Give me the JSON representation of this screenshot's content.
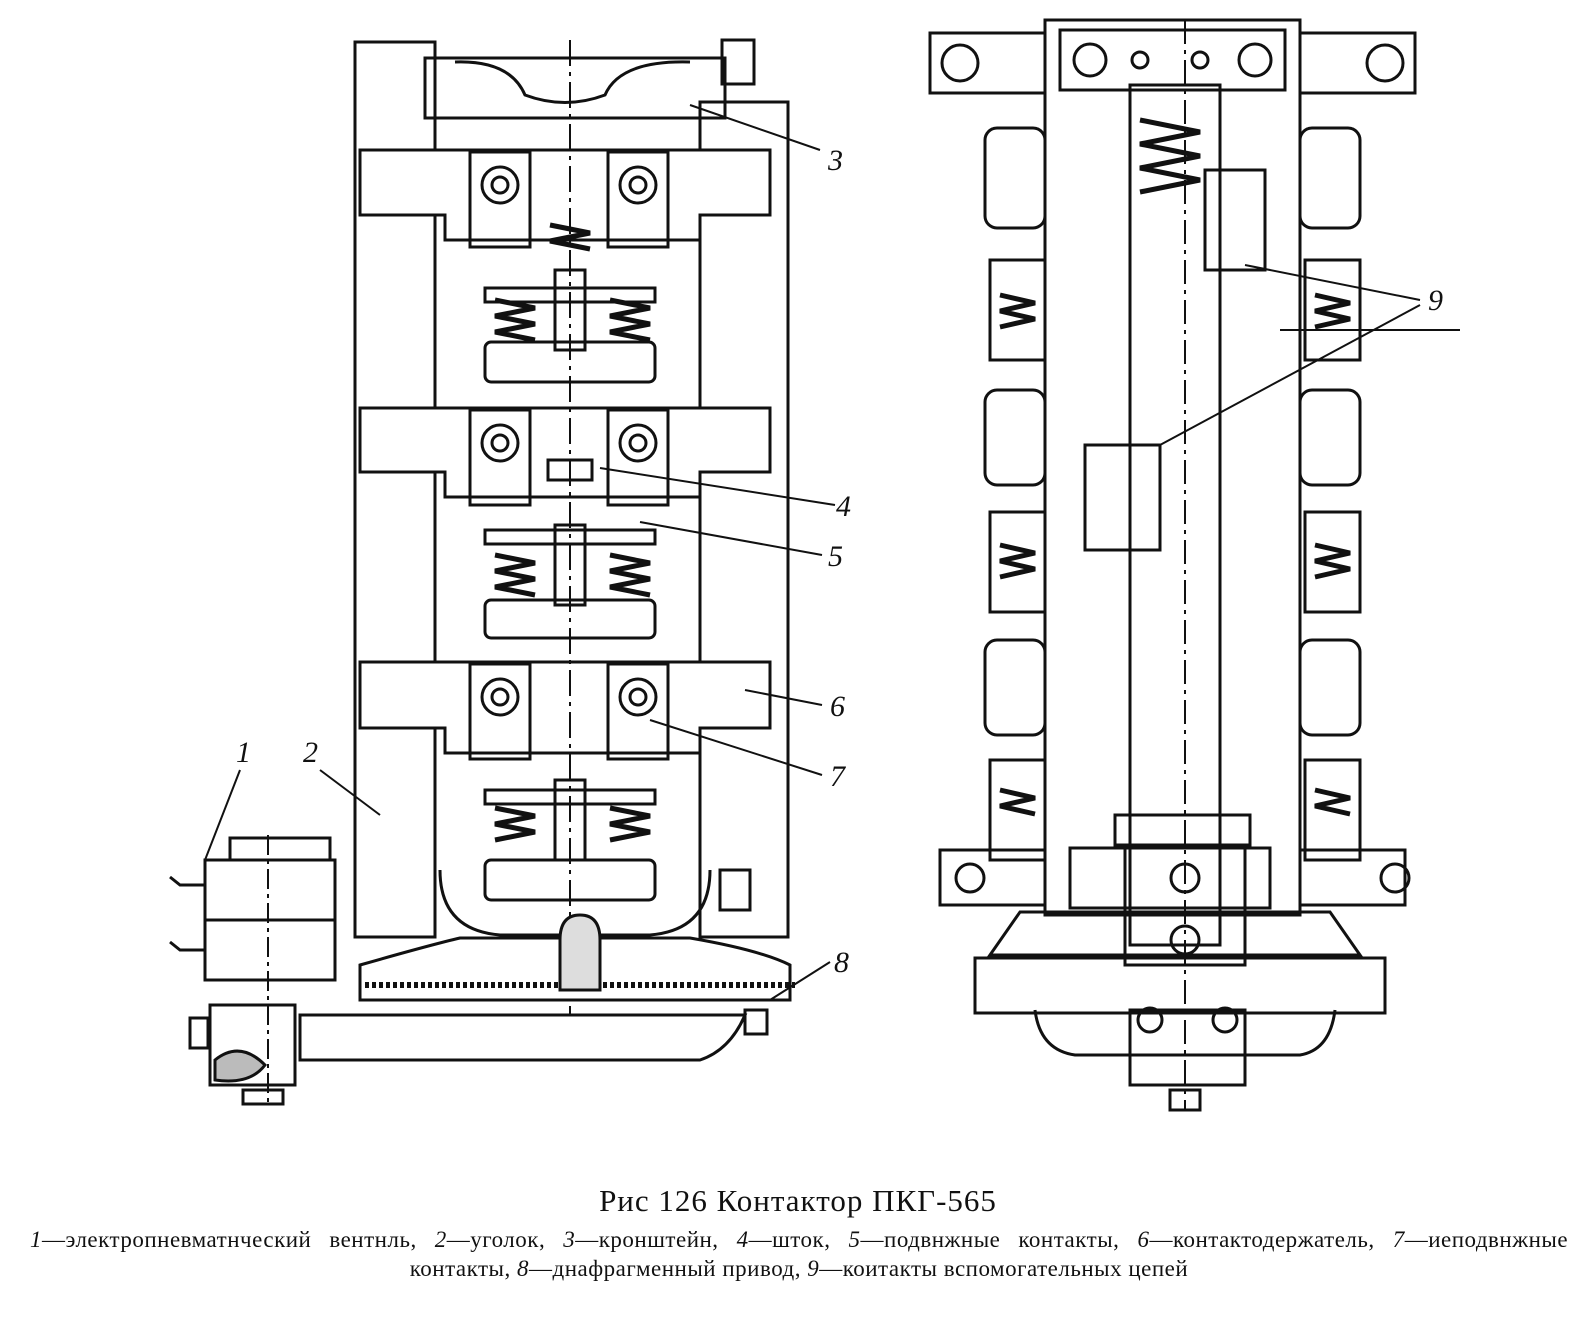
{
  "figure": {
    "callouts": {
      "c1": "1",
      "c2": "2",
      "c3": "3",
      "c4": "4",
      "c5": "5",
      "c6": "6",
      "c7": "7",
      "c8": "8",
      "c9": "9"
    }
  },
  "caption": {
    "title": "Рис 126 Контактор ПКГ-565",
    "legend": [
      {
        "num": "1",
        "text": "—электропневматнческий вентнль,"
      },
      {
        "num": "2",
        "text": "—уголок,"
      },
      {
        "num": "3",
        "text": "—кронштейн,"
      },
      {
        "num": "4",
        "text": "—шток,"
      },
      {
        "num": "5",
        "text": "—подвнжные контакты,"
      },
      {
        "num": "6",
        "text": "—контактодержатель,"
      },
      {
        "num": "7",
        "text": "—иеподвнжные контакты,"
      },
      {
        "num": "8",
        "text": "—днафрагменный привод,"
      },
      {
        "num": "9",
        "text": "—коитакты вспомогательных цепей"
      }
    ]
  }
}
